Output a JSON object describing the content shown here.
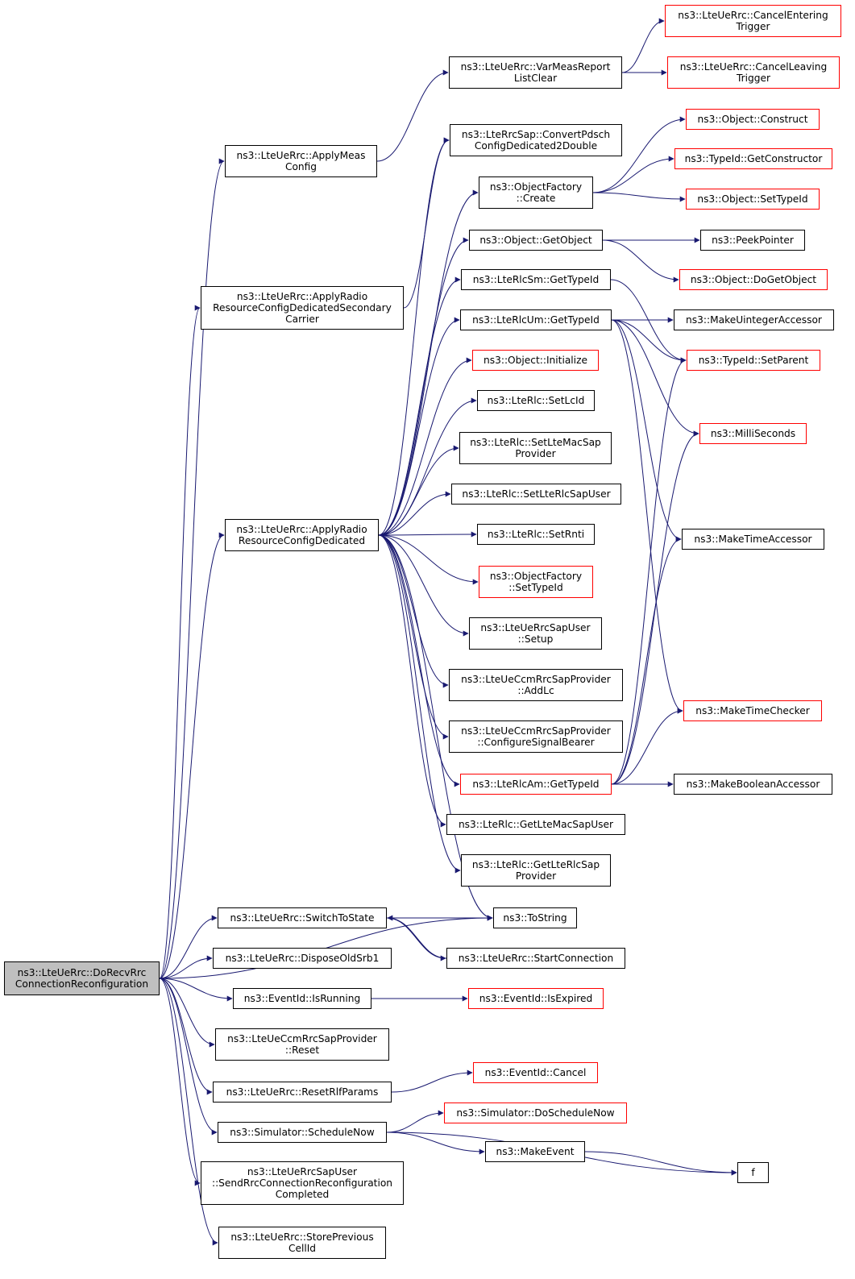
{
  "colors": {
    "edge": "#191970",
    "node_border": "#000000",
    "red_border": "#ff0000",
    "root_fill": "#bfbfbf"
  },
  "nodes": [
    {
      "id": "root",
      "lines": [
        "ns3::LteUeRrc::DoRecvRrc",
        "ConnectionReconfiguration"
      ],
      "style": "root"
    },
    {
      "id": "applyMeas",
      "lines": [
        "ns3::LteUeRrc::ApplyMeas",
        "Config"
      ],
      "style": "normal"
    },
    {
      "id": "varMeas",
      "lines": [
        "ns3::LteUeRrc::VarMeasReport",
        "ListClear"
      ],
      "style": "normal"
    },
    {
      "id": "cancelEnter",
      "lines": [
        "ns3::LteUeRrc::CancelEntering",
        "Trigger"
      ],
      "style": "red"
    },
    {
      "id": "cancelLeave",
      "lines": [
        "ns3::LteUeRrc::CancelLeaving",
        "Trigger"
      ],
      "style": "red"
    },
    {
      "id": "applySec",
      "lines": [
        "ns3::LteUeRrc::ApplyRadio",
        "ResourceConfigDedicatedSecondary",
        "Carrier"
      ],
      "style": "normal"
    },
    {
      "id": "convertPdsch",
      "lines": [
        "ns3::LteRrcSap::ConvertPdsch",
        "ConfigDedicated2Double"
      ],
      "style": "normal"
    },
    {
      "id": "objConstruct",
      "lines": [
        "ns3::Object::Construct"
      ],
      "style": "red"
    },
    {
      "id": "getConstructor",
      "lines": [
        "ns3::TypeId::GetConstructor"
      ],
      "style": "red"
    },
    {
      "id": "ofCreate",
      "lines": [
        "ns3::ObjectFactory",
        "::Create"
      ],
      "style": "normal"
    },
    {
      "id": "setTypeIdObj",
      "lines": [
        "ns3::Object::SetTypeId"
      ],
      "style": "red"
    },
    {
      "id": "getObject",
      "lines": [
        "ns3::Object::GetObject"
      ],
      "style": "normal"
    },
    {
      "id": "peekPointer",
      "lines": [
        "ns3::PeekPointer"
      ],
      "style": "normal"
    },
    {
      "id": "doGetObject",
      "lines": [
        "ns3::Object::DoGetObject"
      ],
      "style": "red"
    },
    {
      "id": "rlcSm",
      "lines": [
        "ns3::LteRlcSm::GetTypeId"
      ],
      "style": "normal"
    },
    {
      "id": "rlcUm",
      "lines": [
        "ns3::LteRlcUm::GetTypeId"
      ],
      "style": "normal"
    },
    {
      "id": "makeUint",
      "lines": [
        "ns3::MakeUintegerAccessor"
      ],
      "style": "normal"
    },
    {
      "id": "setParent",
      "lines": [
        "ns3::TypeId::SetParent"
      ],
      "style": "red"
    },
    {
      "id": "objInit",
      "lines": [
        "ns3::Object::Initialize"
      ],
      "style": "red"
    },
    {
      "id": "setLcId",
      "lines": [
        "ns3::LteRlc::SetLcId"
      ],
      "style": "normal"
    },
    {
      "id": "milli",
      "lines": [
        "ns3::MilliSeconds"
      ],
      "style": "red"
    },
    {
      "id": "setMacSap",
      "lines": [
        "ns3::LteRlc::SetLteMacSap",
        "Provider"
      ],
      "style": "normal"
    },
    {
      "id": "setRlcSapUser",
      "lines": [
        "ns3::LteRlc::SetLteRlcSapUser"
      ],
      "style": "normal"
    },
    {
      "id": "applyDed",
      "lines": [
        "ns3::LteUeRrc::ApplyRadio",
        "ResourceConfigDedicated"
      ],
      "style": "normal"
    },
    {
      "id": "setRnti",
      "lines": [
        "ns3::LteRlc::SetRnti"
      ],
      "style": "normal"
    },
    {
      "id": "makeTimeAcc",
      "lines": [
        "ns3::MakeTimeAccessor"
      ],
      "style": "normal"
    },
    {
      "id": "ofSetTypeId",
      "lines": [
        "ns3::ObjectFactory",
        "::SetTypeId"
      ],
      "style": "red"
    },
    {
      "id": "sapSetup",
      "lines": [
        "ns3::LteUeRrcSapUser",
        "::Setup"
      ],
      "style": "normal"
    },
    {
      "id": "addLc",
      "lines": [
        "ns3::LteUeCcmRrcSapProvider",
        "::AddLc"
      ],
      "style": "normal"
    },
    {
      "id": "makeTimeChk",
      "lines": [
        "ns3::MakeTimeChecker"
      ],
      "style": "red"
    },
    {
      "id": "cfgSignal",
      "lines": [
        "ns3::LteUeCcmRrcSapProvider",
        "::ConfigureSignalBearer"
      ],
      "style": "normal"
    },
    {
      "id": "rlcAm",
      "lines": [
        "ns3::LteRlcAm::GetTypeId"
      ],
      "style": "red"
    },
    {
      "id": "makeBool",
      "lines": [
        "ns3::MakeBooleanAccessor"
      ],
      "style": "normal"
    },
    {
      "id": "getMacSap",
      "lines": [
        "ns3::LteRlc::GetLteMacSapUser"
      ],
      "style": "normal"
    },
    {
      "id": "getRlcSap",
      "lines": [
        "ns3::LteRlc::GetLteRlcSap",
        "Provider"
      ],
      "style": "normal"
    },
    {
      "id": "switchState",
      "lines": [
        "ns3::LteUeRrc::SwitchToState"
      ],
      "style": "normal"
    },
    {
      "id": "toString",
      "lines": [
        "ns3::ToString"
      ],
      "style": "normal"
    },
    {
      "id": "disposeSrb1",
      "lines": [
        "ns3::LteUeRrc::DisposeOldSrb1"
      ],
      "style": "normal"
    },
    {
      "id": "startConn",
      "lines": [
        "ns3::LteUeRrc::StartConnection"
      ],
      "style": "normal"
    },
    {
      "id": "isRunning",
      "lines": [
        "ns3::EventId::IsRunning"
      ],
      "style": "normal"
    },
    {
      "id": "isExpired",
      "lines": [
        "ns3::EventId::IsExpired"
      ],
      "style": "red"
    },
    {
      "id": "ccmReset",
      "lines": [
        "ns3::LteUeCcmRrcSapProvider",
        "::Reset"
      ],
      "style": "normal"
    },
    {
      "id": "eventCancel",
      "lines": [
        "ns3::EventId::Cancel"
      ],
      "style": "red"
    },
    {
      "id": "resetRlf",
      "lines": [
        "ns3::LteUeRrc::ResetRlfParams"
      ],
      "style": "normal"
    },
    {
      "id": "doSchedNow",
      "lines": [
        "ns3::Simulator::DoScheduleNow"
      ],
      "style": "red"
    },
    {
      "id": "schedNow",
      "lines": [
        "ns3::Simulator::ScheduleNow"
      ],
      "style": "normal"
    },
    {
      "id": "makeEvent",
      "lines": [
        "ns3::MakeEvent"
      ],
      "style": "normal"
    },
    {
      "id": "f",
      "lines": [
        "f"
      ],
      "style": "normal"
    },
    {
      "id": "sendCompleted",
      "lines": [
        "ns3::LteUeRrcSapUser",
        "::SendRrcConnectionReconfiguration",
        "Completed"
      ],
      "style": "normal"
    },
    {
      "id": "storePrev",
      "lines": [
        "ns3::LteUeRrc::StorePrevious",
        "CellId"
      ],
      "style": "normal"
    }
  ],
  "edges": [
    [
      "root",
      "applyMeas"
    ],
    [
      "root",
      "applySec"
    ],
    [
      "root",
      "applyDed"
    ],
    [
      "root",
      "switchState"
    ],
    [
      "root",
      "toString"
    ],
    [
      "root",
      "disposeSrb1"
    ],
    [
      "root",
      "isRunning"
    ],
    [
      "root",
      "ccmReset"
    ],
    [
      "root",
      "resetRlf"
    ],
    [
      "root",
      "schedNow"
    ],
    [
      "root",
      "sendCompleted"
    ],
    [
      "root",
      "storePrev"
    ],
    [
      "applyMeas",
      "varMeas"
    ],
    [
      "varMeas",
      "cancelEnter"
    ],
    [
      "varMeas",
      "cancelLeave"
    ],
    [
      "applySec",
      "convertPdsch"
    ],
    [
      "applyDed",
      "convertPdsch"
    ],
    [
      "applyDed",
      "ofCreate"
    ],
    [
      "applyDed",
      "getObject"
    ],
    [
      "applyDed",
      "rlcSm"
    ],
    [
      "applyDed",
      "rlcUm"
    ],
    [
      "applyDed",
      "objInit"
    ],
    [
      "applyDed",
      "setLcId"
    ],
    [
      "applyDed",
      "setMacSap"
    ],
    [
      "applyDed",
      "setRlcSapUser"
    ],
    [
      "applyDed",
      "setRnti"
    ],
    [
      "applyDed",
      "ofSetTypeId"
    ],
    [
      "applyDed",
      "sapSetup"
    ],
    [
      "applyDed",
      "addLc"
    ],
    [
      "applyDed",
      "cfgSignal"
    ],
    [
      "applyDed",
      "rlcAm"
    ],
    [
      "applyDed",
      "getMacSap"
    ],
    [
      "applyDed",
      "getRlcSap"
    ],
    [
      "applyDed",
      "toString"
    ],
    [
      "ofCreate",
      "objConstruct"
    ],
    [
      "ofCreate",
      "getConstructor"
    ],
    [
      "ofCreate",
      "setTypeIdObj"
    ],
    [
      "getObject",
      "peekPointer"
    ],
    [
      "getObject",
      "doGetObject"
    ],
    [
      "rlcSm",
      "setParent"
    ],
    [
      "rlcUm",
      "makeUint"
    ],
    [
      "rlcUm",
      "setParent"
    ],
    [
      "rlcUm",
      "milli"
    ],
    [
      "rlcUm",
      "makeTimeAcc"
    ],
    [
      "rlcUm",
      "makeTimeChk"
    ],
    [
      "rlcAm",
      "setParent"
    ],
    [
      "rlcAm",
      "milli"
    ],
    [
      "rlcAm",
      "makeTimeAcc"
    ],
    [
      "rlcAm",
      "makeTimeChk"
    ],
    [
      "rlcAm",
      "makeBool"
    ],
    [
      "switchState",
      "toString"
    ],
    [
      "switchState",
      "startConn"
    ],
    [
      "startConn",
      "switchState"
    ],
    [
      "isRunning",
      "isExpired"
    ],
    [
      "resetRlf",
      "eventCancel"
    ],
    [
      "schedNow",
      "doSchedNow"
    ],
    [
      "schedNow",
      "makeEvent"
    ],
    [
      "schedNow",
      "f"
    ],
    [
      "makeEvent",
      "f"
    ]
  ]
}
